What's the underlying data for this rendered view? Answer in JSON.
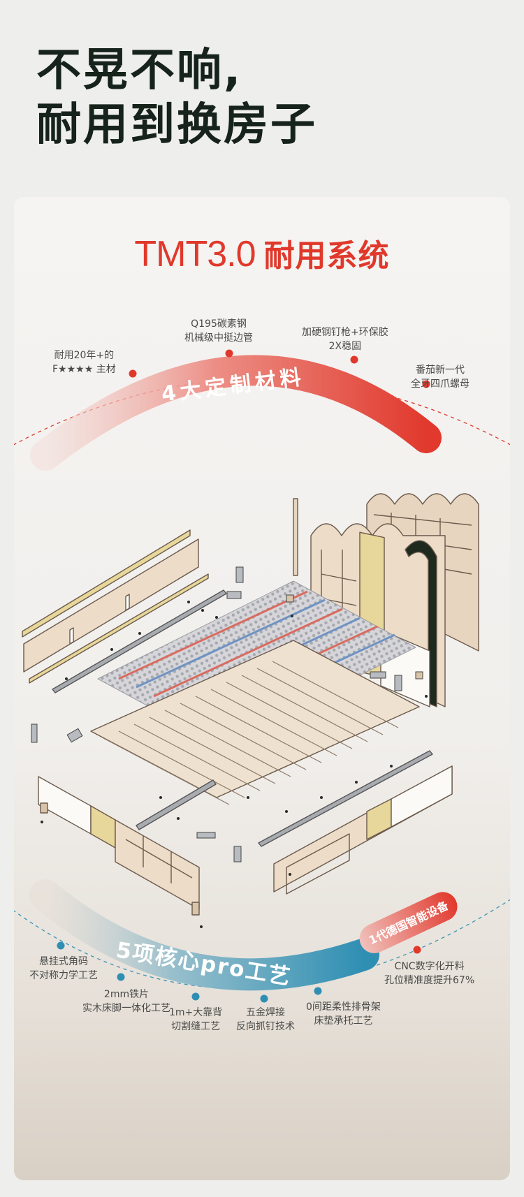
{
  "headline": {
    "line1": "不晃不响,",
    "line2": "耐用到换房子"
  },
  "system": {
    "title_latin": "TMT3.0",
    "title_cjk": "耐用系统"
  },
  "materials": {
    "band_title": "4大定制材料",
    "items": [
      {
        "line1": "耐用20年+的",
        "line2": "F★★★★ 主材"
      },
      {
        "line1": "Q195碳素钢",
        "line2": "机械级中挺边管"
      },
      {
        "line1": "加硬钢钉枪+环保胶",
        "line2": "2X稳固"
      },
      {
        "line1": "番茄新一代",
        "line2": "全牙四爪螺母"
      }
    ]
  },
  "crafts": {
    "band_title": "5项核心pro工艺",
    "badge": "1代德国智能设备",
    "items": [
      {
        "line1": "悬挂式角码",
        "line2": "不对称力学工艺"
      },
      {
        "line1": "2mm铁片",
        "line2": "实木床脚一体化工艺"
      },
      {
        "line1": "1m+大靠背",
        "line2": "切割缝工艺"
      },
      {
        "line1": "五金焊接",
        "line2": "反向抓钉技术"
      },
      {
        "line1": "0间距柔性排骨架",
        "line2": "床垫承托工艺"
      },
      {
        "line1": "CNC数字化开料",
        "line2": "孔位精准度提升67%"
      }
    ]
  },
  "colors": {
    "accent_red": "#e0392c",
    "headline_green": "#16231a",
    "craft_blue": "#3a93b5",
    "wood": "#ead9c6",
    "wood_outline": "#6a5a4c",
    "padding_yellow": "#e8d79a"
  }
}
